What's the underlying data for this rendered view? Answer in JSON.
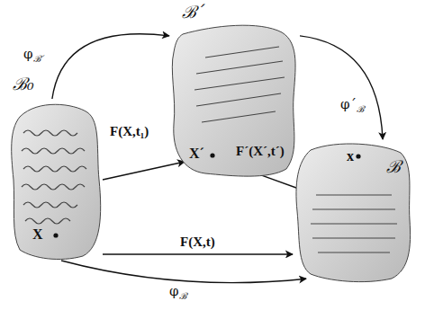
{
  "diagram": {
    "nodes": [
      {
        "text": [
          "ℬ₀",
          "X"
        ]
      },
      {
        "text": [
          "ℬ´",
          "X´"
        ]
      },
      {
        "text": [
          "ℬ",
          "x"
        ]
      }
    ],
    "edges": [
      {
        "from": 0,
        "to": 1,
        "label": "F(X,t₁)",
        "arrow": "to"
      },
      {
        "from": 1,
        "to": 2,
        "label": "F´(X´,t´)",
        "arrow": "to"
      },
      {
        "from": 0,
        "to": 2,
        "label": "F(X,t)",
        "arrow": "to"
      },
      {
        "from": 0,
        "to": 1,
        "label": "φℬ´",
        "arrow": "to"
      },
      {
        "from": 1,
        "to": 2,
        "label": "φ´ℬ",
        "arrow": "to"
      },
      {
        "from": 0,
        "to": 2,
        "label": "φℬ",
        "arrow": "to"
      }
    ]
  }
}
